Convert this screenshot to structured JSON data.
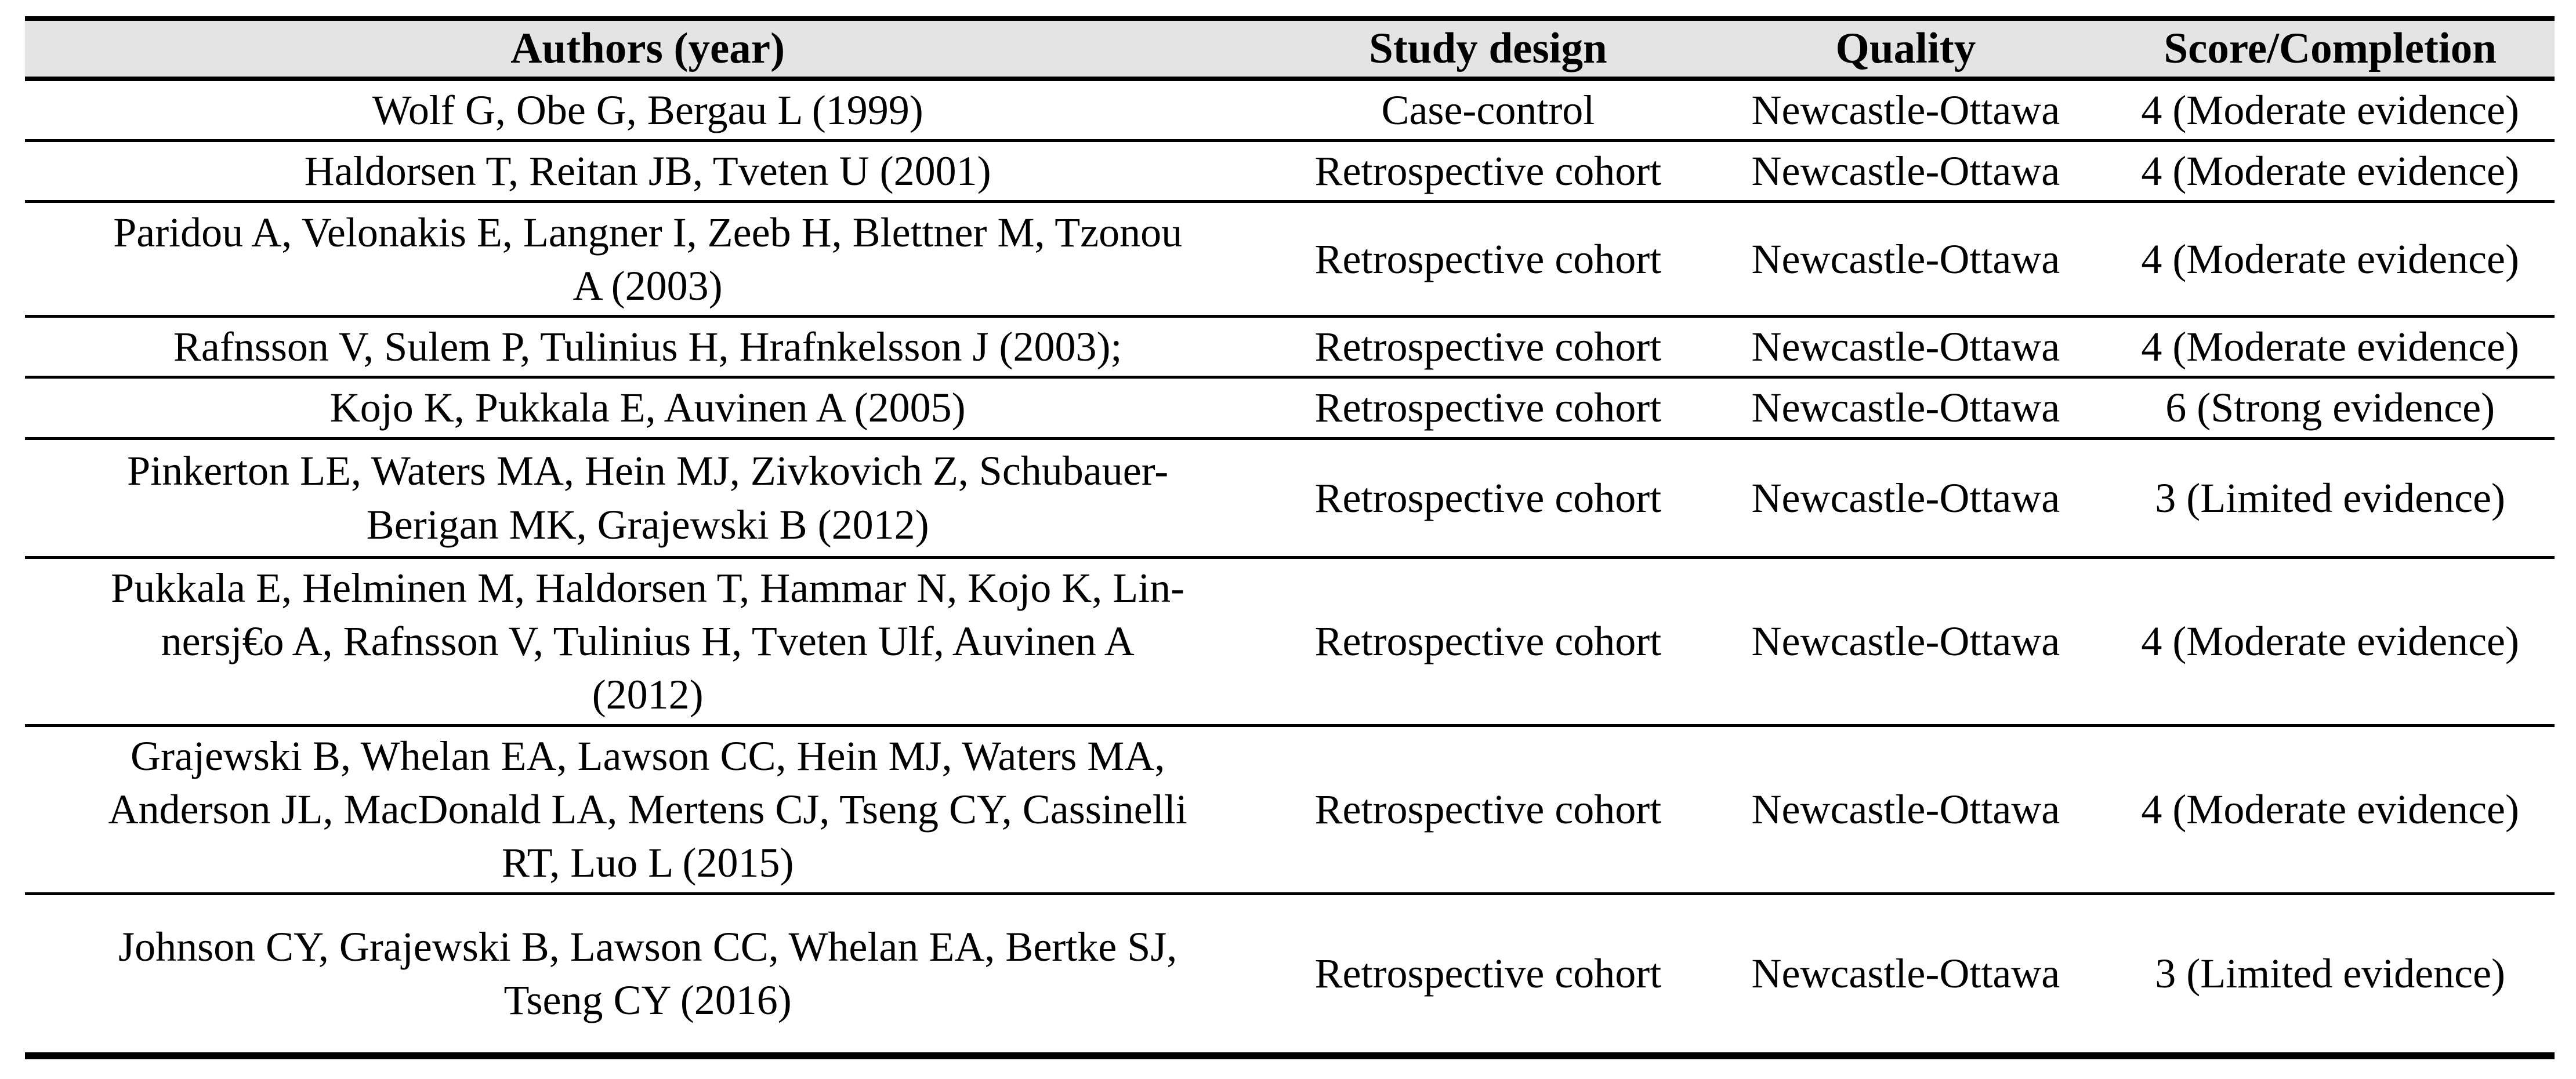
{
  "colors": {
    "header_background": "#e4e4e4",
    "border": "#000000",
    "text": "#000000"
  },
  "table": {
    "columns": [
      {
        "label": "Authors (year)"
      },
      {
        "label": "Study design"
      },
      {
        "label": "Quality"
      },
      {
        "label": "Score/Completion"
      }
    ],
    "rows": [
      {
        "authors": [
          "Wolf G, Obe G, Bergau L (1999)"
        ],
        "design": "Case-control",
        "quality": "Newcastle-Ottawa",
        "score": "4 (Moderate evidence)"
      },
      {
        "authors": [
          "Haldorsen T, Reitan JB, Tveten U (2001)"
        ],
        "design": "Retrospective cohort",
        "quality": "Newcastle-Ottawa",
        "score": "4 (Moderate evidence)"
      },
      {
        "authors": [
          "Paridou A, Velonakis E, Langner I, Zeeb H, Blettner M, Tzonou",
          "A (2003)"
        ],
        "design": "Retrospective cohort",
        "quality": "Newcastle-Ottawa",
        "score": "4 (Moderate evidence)"
      },
      {
        "authors": [
          "Rafnsson V, Sulem P, Tulinius H, Hrafnkelsson J (2003);"
        ],
        "design": "Retrospective cohort",
        "quality": "Newcastle-Ottawa",
        "score": "4 (Moderate evidence)"
      },
      {
        "authors": [
          "Kojo K, Pukkala E, Auvinen A (2005)"
        ],
        "design": "Retrospective cohort",
        "quality": "Newcastle-Ottawa",
        "score": "6 (Strong evidence)"
      },
      {
        "authors": [
          "Pinkerton LE, Waters MA, Hein MJ, Zivkovich Z, Schubauer-",
          "Berigan MK, Grajewski B (2012)"
        ],
        "design": "Retrospective cohort",
        "quality": "Newcastle-Ottawa",
        "score": "3 (Limited evidence)"
      },
      {
        "authors": [
          "Pukkala E, Helminen M, Haldorsen T, Hammar N, Kojo K, Lin-",
          "nersj€o A, Rafnsson V, Tulinius H, Tveten Ulf, Auvinen A",
          "(2012)"
        ],
        "design": "Retrospective cohort",
        "quality": "Newcastle-Ottawa",
        "score": "4 (Moderate evidence)"
      },
      {
        "authors": [
          "Grajewski B, Whelan EA, Lawson CC, Hein MJ, Waters MA,",
          "Anderson JL, MacDonald LA, Mertens CJ, Tseng CY, Cassinelli",
          "RT, Luo L (2015)"
        ],
        "design": "Retrospective cohort",
        "quality": "Newcastle-Ottawa",
        "score": "4 (Moderate evidence)"
      },
      {
        "authors": [
          "Johnson CY, Grajewski B, Lawson CC, Whelan EA, Bertke SJ,",
          "Tseng CY (2016)"
        ],
        "design": "Retrospective cohort",
        "quality": "Newcastle-Ottawa",
        "score": "3 (Limited evidence)"
      }
    ]
  }
}
